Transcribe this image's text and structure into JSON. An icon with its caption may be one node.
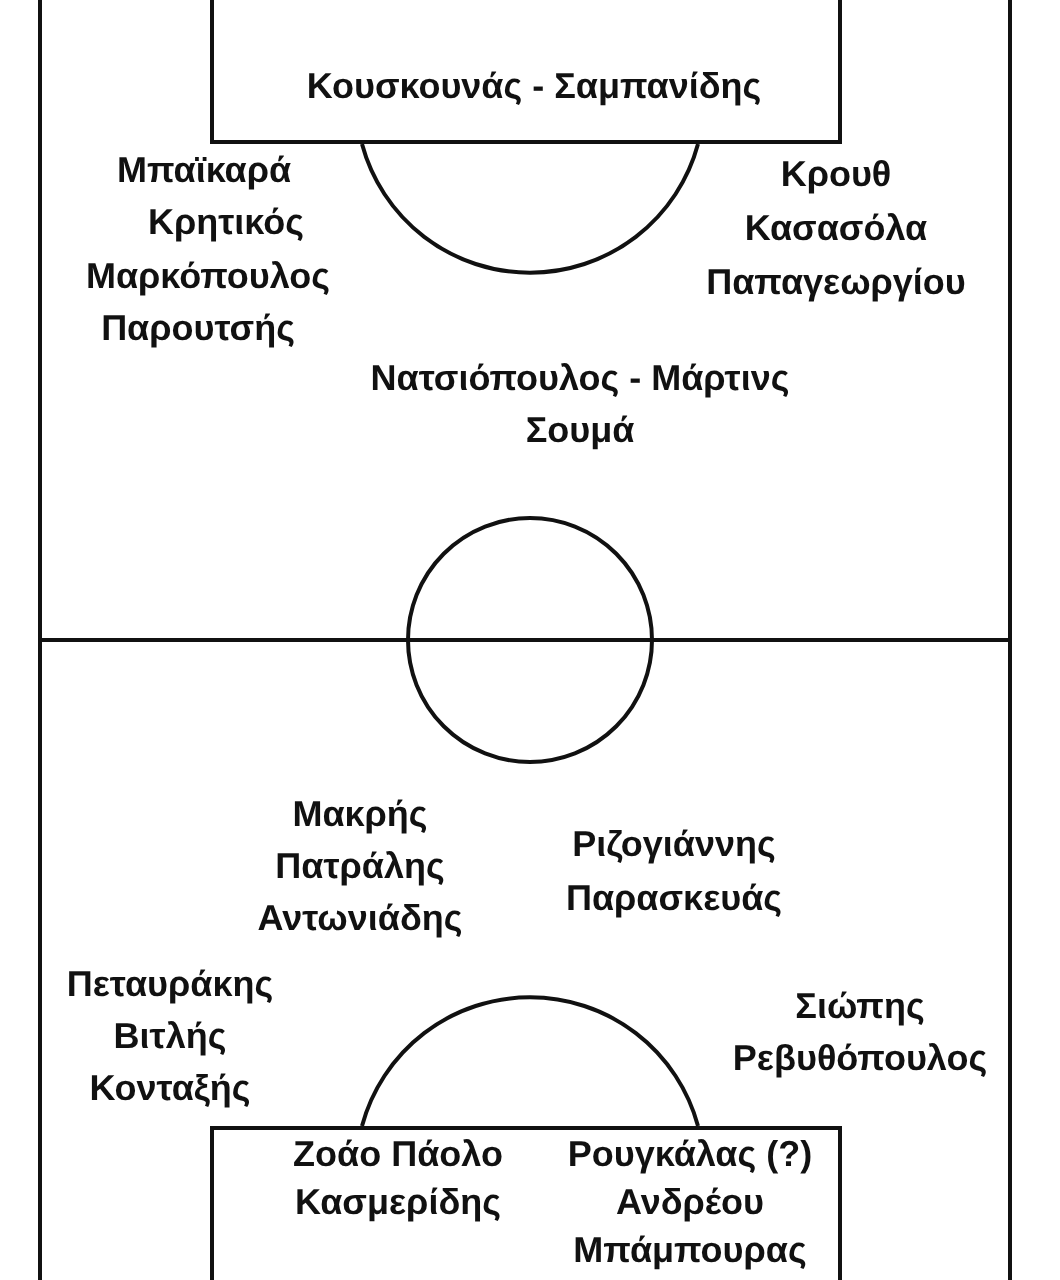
{
  "diagram": {
    "nodes": [
      {
        "text": [
          "Κουσκουνάς - Σαμπανίδης"
        ]
      },
      {
        "text": [
          "Ζοάο Πάολο",
          "Κασμερίδης",
          "Ρουγκάλας (?)",
          "Ανδρέου",
          "Μπάμπουρας"
        ]
      }
    ],
    "labels": [
      "Μπαϊκαρά",
      "Κρητικός",
      "Μαρκόπουλος",
      "Παρουτσής",
      "Κρουθ",
      "Κασασόλα",
      "Παπαγεωργίου",
      "Νατσιόπουλος - Μάρτινς",
      "Σουμά",
      "Μακρής",
      "Πατράλης",
      "Αντωνιάδης",
      "Ριζογιάννης",
      "Παρασκευάς",
      "Πεταυράκης",
      "Βιτλής",
      "Κονταξής",
      "Σιώπης",
      "Ρεβυθόπουλος"
    ]
  }
}
